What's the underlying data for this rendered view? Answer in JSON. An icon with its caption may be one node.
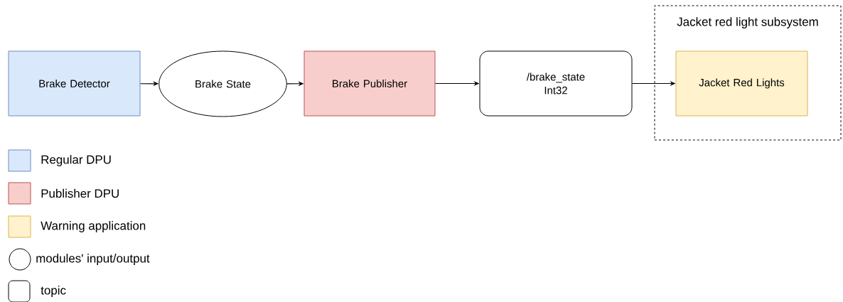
{
  "diagram": {
    "nodes": [
      {
        "text": [
          "Brake Detector"
        ]
      },
      {
        "text": [
          "Brake State"
        ]
      },
      {
        "text": [
          "Brake Publisher"
        ]
      },
      {
        "text": [
          "/brake_state Int32"
        ]
      },
      {
        "text": [
          "Jacket red light subsystem"
        ]
      },
      {
        "text": [
          "Jacket Red Lights"
        ],
        "in": 4
      }
    ],
    "edges": [
      {
        "from": 0,
        "to": 1,
        "arrow": "to"
      },
      {
        "from": 1,
        "to": 2,
        "arrow": "to"
      },
      {
        "from": 2,
        "to": 3,
        "arrow": "to"
      },
      {
        "from": 3,
        "to": 5,
        "arrow": "to"
      }
    ],
    "legend": [
      {
        "text": "Regular DPU",
        "color": "#dae8fc"
      },
      {
        "text": "Publisher DPU",
        "color": "#f8cecc"
      },
      {
        "text": "Warning application",
        "color": "#fff2cc"
      },
      {
        "text": "modules' input/output"
      },
      {
        "text": "topic"
      }
    ]
  }
}
